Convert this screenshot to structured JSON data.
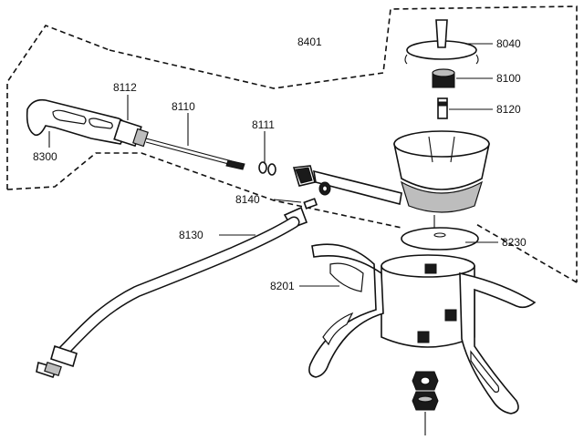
{
  "labels": {
    "l8401": "8401",
    "l8040": "8040",
    "l8100": "8100",
    "l8112": "8112",
    "l8110": "8110",
    "l8120": "8120",
    "l8111": "8111",
    "l8300": "8300",
    "l8140": "8140",
    "l8130": "8130",
    "l8230": "8230",
    "l8201": "8201"
  }
}
